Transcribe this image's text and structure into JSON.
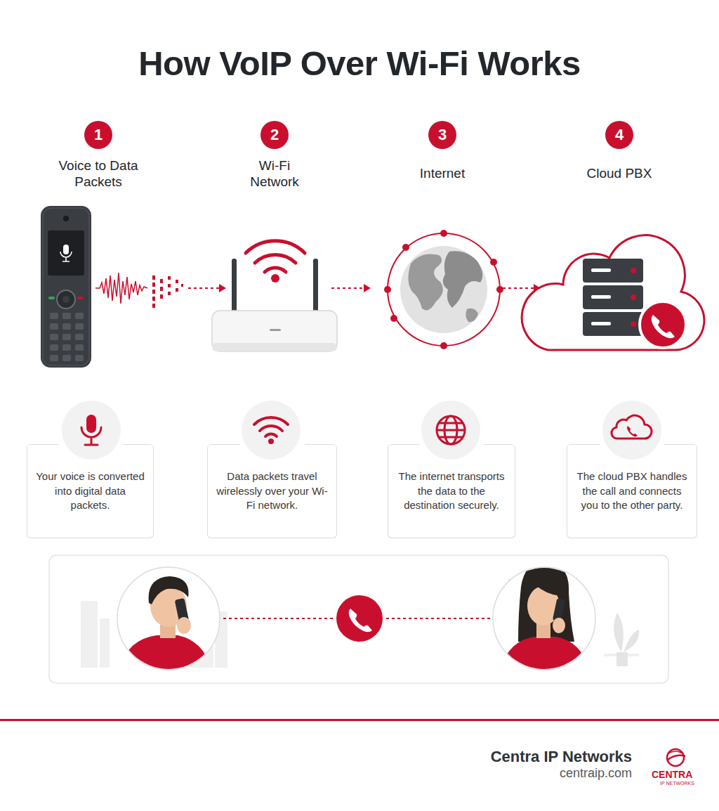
{
  "diagram": {
    "title": "How VoIP Over Wi-Fi Works",
    "nodes": [
      {
        "text": [
          "1",
          "Voice to Data Packets"
        ]
      },
      {
        "text": [
          "2",
          "Wi-Fi Network"
        ]
      },
      {
        "text": [
          "3",
          "Internet"
        ]
      },
      {
        "text": [
          "4",
          "Cloud PBX"
        ]
      },
      {
        "text": [
          "Your voice is converted into digital data packets."
        ]
      },
      {
        "text": [
          "Data packets travel wirelessly over your Wi-Fi network."
        ]
      },
      {
        "text": [
          "The internet transports the data to the destination securely."
        ]
      },
      {
        "text": [
          "The cloud PBX handles the call and connects you to the other party."
        ]
      }
    ],
    "labels": [
      "Centra IP Networks",
      "centraip.com",
      "CENTRA",
      "IP NETWORKS"
    ]
  }
}
